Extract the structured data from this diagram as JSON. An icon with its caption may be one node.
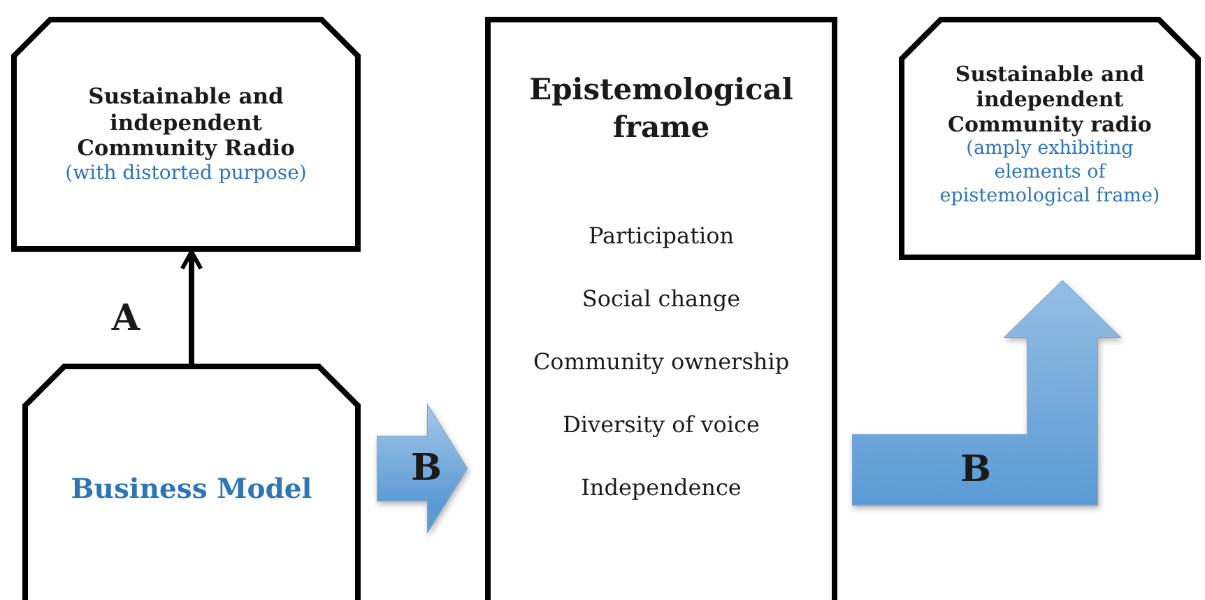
{
  "diagram": {
    "nodes": [
      {
        "text": [
          "Sustainable and independent Community Radio",
          "(with distorted purpose)"
        ]
      },
      {
        "text": [
          "Business Model"
        ]
      },
      {
        "text": [
          "Epistemological frame",
          "Participation",
          "Social change",
          "Community ownership",
          "Diversity of voice",
          "Independence"
        ]
      },
      {
        "text": [
          "Sustainable and independent Community radio",
          "(amply exhibiting elements of epistemological frame)"
        ]
      }
    ],
    "edges": [
      {
        "from": 1,
        "to": 0,
        "arrow": "to",
        "label": "A"
      },
      {
        "from": 1,
        "to": 2,
        "arrow": "to",
        "label": "B",
        "style": "thick",
        "color": "#5b9bd5"
      },
      {
        "from": 2,
        "to": 3,
        "arrow": "to",
        "label": "B",
        "style": "thick",
        "color": "#5b9bd5"
      }
    ]
  }
}
